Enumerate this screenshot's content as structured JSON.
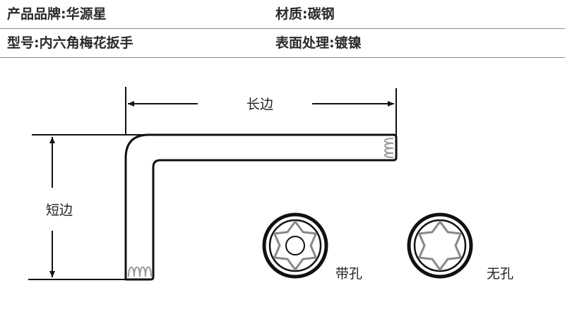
{
  "specs": {
    "rows": [
      {
        "left": {
          "label": "产品品牌",
          "separator": ":",
          "value": "华源星"
        },
        "right": {
          "label": "材质",
          "separator": ":",
          "value": "碳钢"
        }
      },
      {
        "left": {
          "label": "型号",
          "separator": ":",
          "value": "内六角梅花扳手"
        },
        "right": {
          "label": "表面处理",
          "separator": ":",
          "value": "镀镍"
        }
      }
    ]
  },
  "diagram": {
    "long_side_label": "长边",
    "short_side_label": "短边",
    "tip_with_hole_label": "带孔",
    "tip_without_hole_label": "无孔"
  }
}
